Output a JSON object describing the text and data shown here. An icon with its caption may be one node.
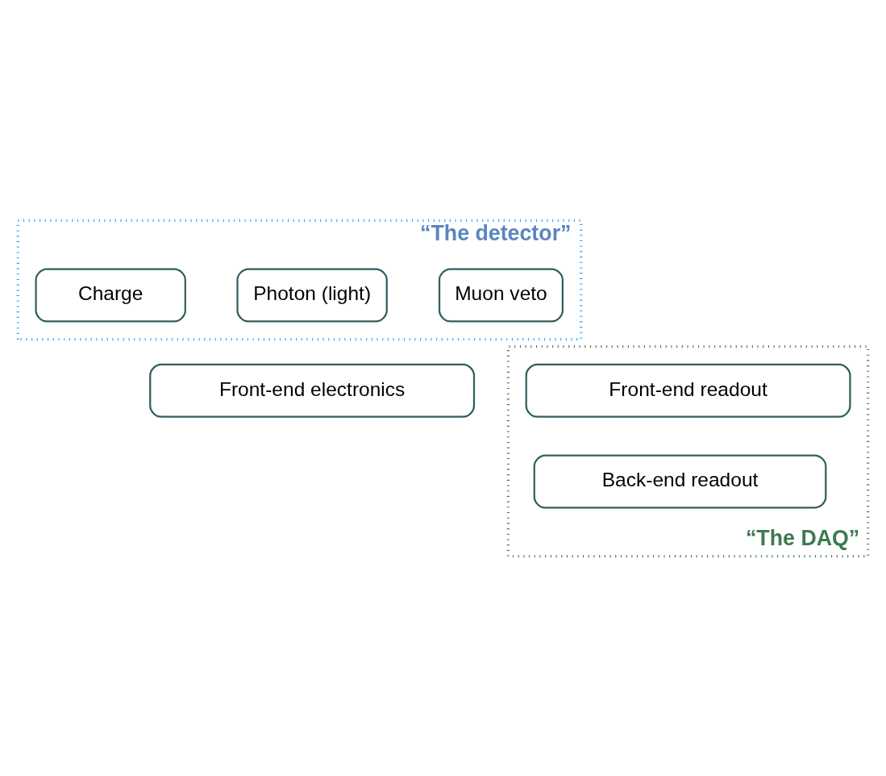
{
  "diagram": {
    "nodes": [
      {
        "text": [
          "“The detector”"
        ]
      },
      {
        "text": [
          "Muon veto"
        ],
        "in": 0
      },
      {
        "text": [
          "Photon (light)"
        ],
        "in": 0
      },
      {
        "text": [
          "Charge"
        ],
        "in": 0
      },
      {
        "text": [
          "Front-end electronics"
        ]
      },
      {
        "text": [
          "“The DAQ”"
        ]
      },
      {
        "text": [
          "Front-end readout"
        ],
        "in": 5
      },
      {
        "text": [
          "Back-end readout"
        ],
        "in": 5
      }
    ]
  }
}
